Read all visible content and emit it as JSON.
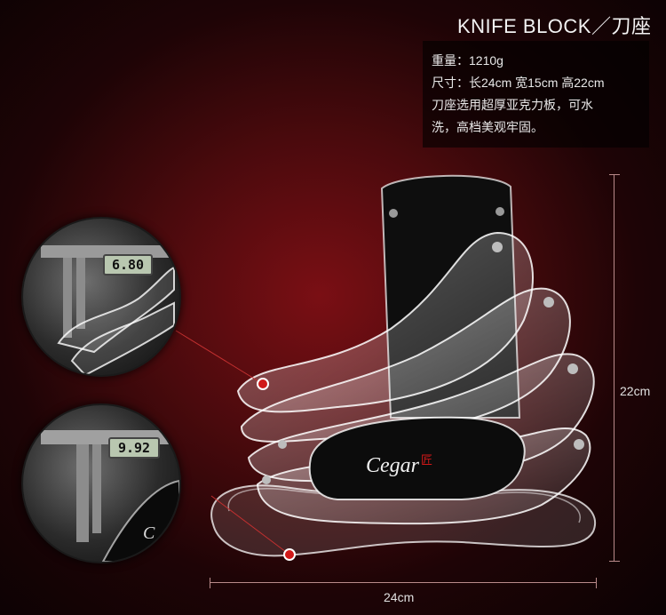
{
  "header": {
    "title": "KNIFE BLOCK／刀座"
  },
  "info": {
    "weight": "重量：1210g",
    "size": "尺寸：长24cm 宽15cm 高22cm",
    "desc_line1": "刀座选用超厚亚克力板，可水",
    "desc_line2": "洗，高档美观牢固。"
  },
  "dimensions": {
    "height_label": "22cm",
    "width_label": "24cm"
  },
  "brand": {
    "logo_text": "Cegar",
    "logo_mark": "匠"
  },
  "zoom_top": {
    "caliper_reading": "6.80"
  },
  "zoom_bottom": {
    "caliper_reading": "9.92"
  },
  "colors": {
    "accent_red": "#d01818",
    "background_dark": "#1e0406",
    "background_red": "#7a0f14"
  }
}
